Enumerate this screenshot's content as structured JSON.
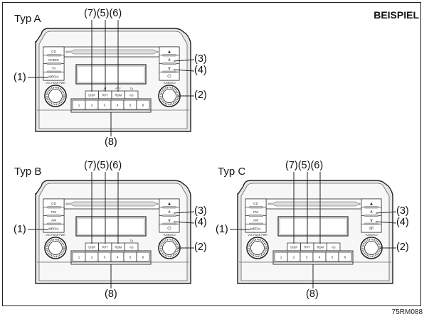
{
  "header": {
    "badge": "BEISPIEL"
  },
  "figure_code": "75RM088",
  "top_callouts": "(7)(5)(6)",
  "callouts": {
    "c1": "(1)",
    "c2": "(2)",
    "c3": "(3)",
    "c4": "(4)",
    "c8": "(8)"
  },
  "units": [
    {
      "title": "Typ A",
      "left_buttons": [
        "CD",
        "RADIO",
        "TA",
        "MEDIA"
      ],
      "right_buttons": [
        "▲",
        "∧",
        "∨",
        "⏻"
      ],
      "knob_left_label": "VOL PUSH PWR",
      "knob_right_label": "TUNE/FLD",
      "function_buttons": [
        "DISP",
        "RPT",
        "RDM",
        "AS"
      ],
      "function_top_labels": [
        "",
        "AT",
        "PTY",
        "TA"
      ],
      "preset_buttons": [
        "1",
        "2",
        "3",
        "4",
        "5",
        "6"
      ]
    },
    {
      "title": "Typ B",
      "left_buttons": [
        "CD",
        "FM",
        "AM",
        "MEDIA"
      ],
      "right_buttons": [
        "▲",
        "∧",
        "∨",
        "⏻"
      ],
      "knob_left_label": "VOL PUSH PWR",
      "knob_right_label": "TUNE/FLD",
      "function_buttons": [
        "DISP",
        "RPT",
        "RDM",
        "AS"
      ],
      "function_top_labels": [
        "",
        "",
        "",
        "TA"
      ],
      "preset_buttons": [
        "1",
        "2",
        "3",
        "4",
        "5",
        "6"
      ]
    },
    {
      "title": "Typ C",
      "left_buttons": [
        "CD",
        "FM",
        "AM",
        "MEDIA"
      ],
      "right_buttons": [
        "▲",
        "∧",
        "∨",
        "☏"
      ],
      "knob_left_label": "VOL PUSH PWR",
      "knob_right_label": "TUNE/FLD",
      "function_buttons": [
        "DISP",
        "RPT",
        "RDM",
        "AS"
      ],
      "function_top_labels": [
        "",
        "",
        "",
        ""
      ],
      "preset_buttons": [
        "1",
        "2",
        "3",
        "4",
        "5",
        "6"
      ]
    }
  ],
  "colors": {
    "line": "#222222",
    "panel": "#f2f2f2",
    "bezel": "#e6e6e6"
  }
}
